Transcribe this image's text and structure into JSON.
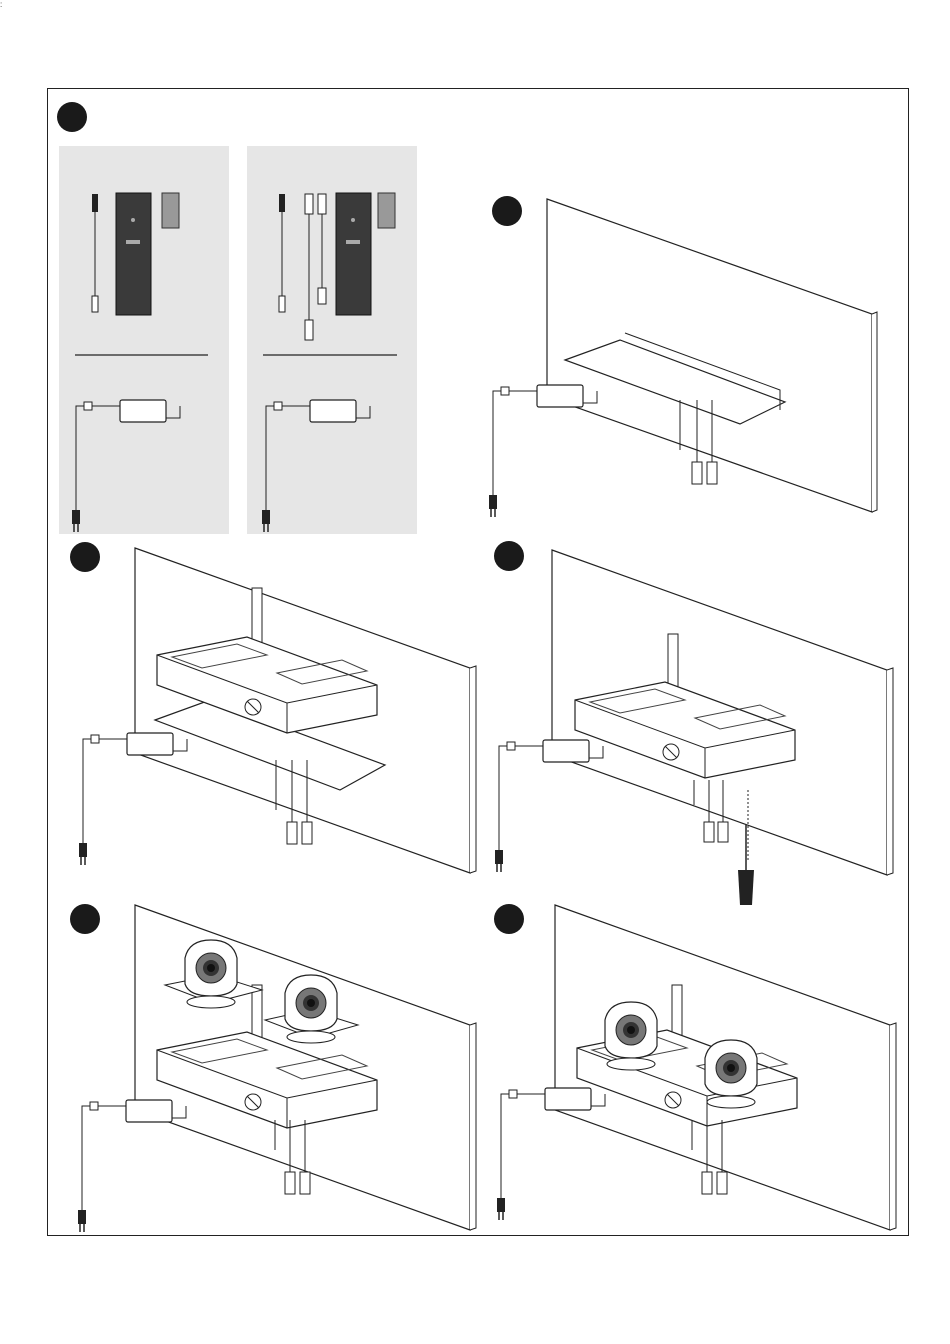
{
  "page": {
    "corner_mark": ":",
    "steps": [
      {
        "id": "step-1-kit-contents"
      },
      {
        "id": "step-2-mount-bracket-power"
      },
      {
        "id": "step-3-lower-tray"
      },
      {
        "id": "step-4-secure-screws"
      },
      {
        "id": "step-5-place-cameras"
      },
      {
        "id": "step-6-finished"
      }
    ],
    "icons": [
      "step-number-icon",
      "power-adapter-icon",
      "power-plug-icon",
      "cable-icon",
      "usb-extender-icon",
      "camera-icon",
      "screwdriver-icon",
      "wall-panel-icon",
      "mount-tray-icon"
    ],
    "colors": {
      "ink": "#1a1a1a",
      "panel": "#e6e6e6",
      "device": "#3a3a3a"
    }
  }
}
